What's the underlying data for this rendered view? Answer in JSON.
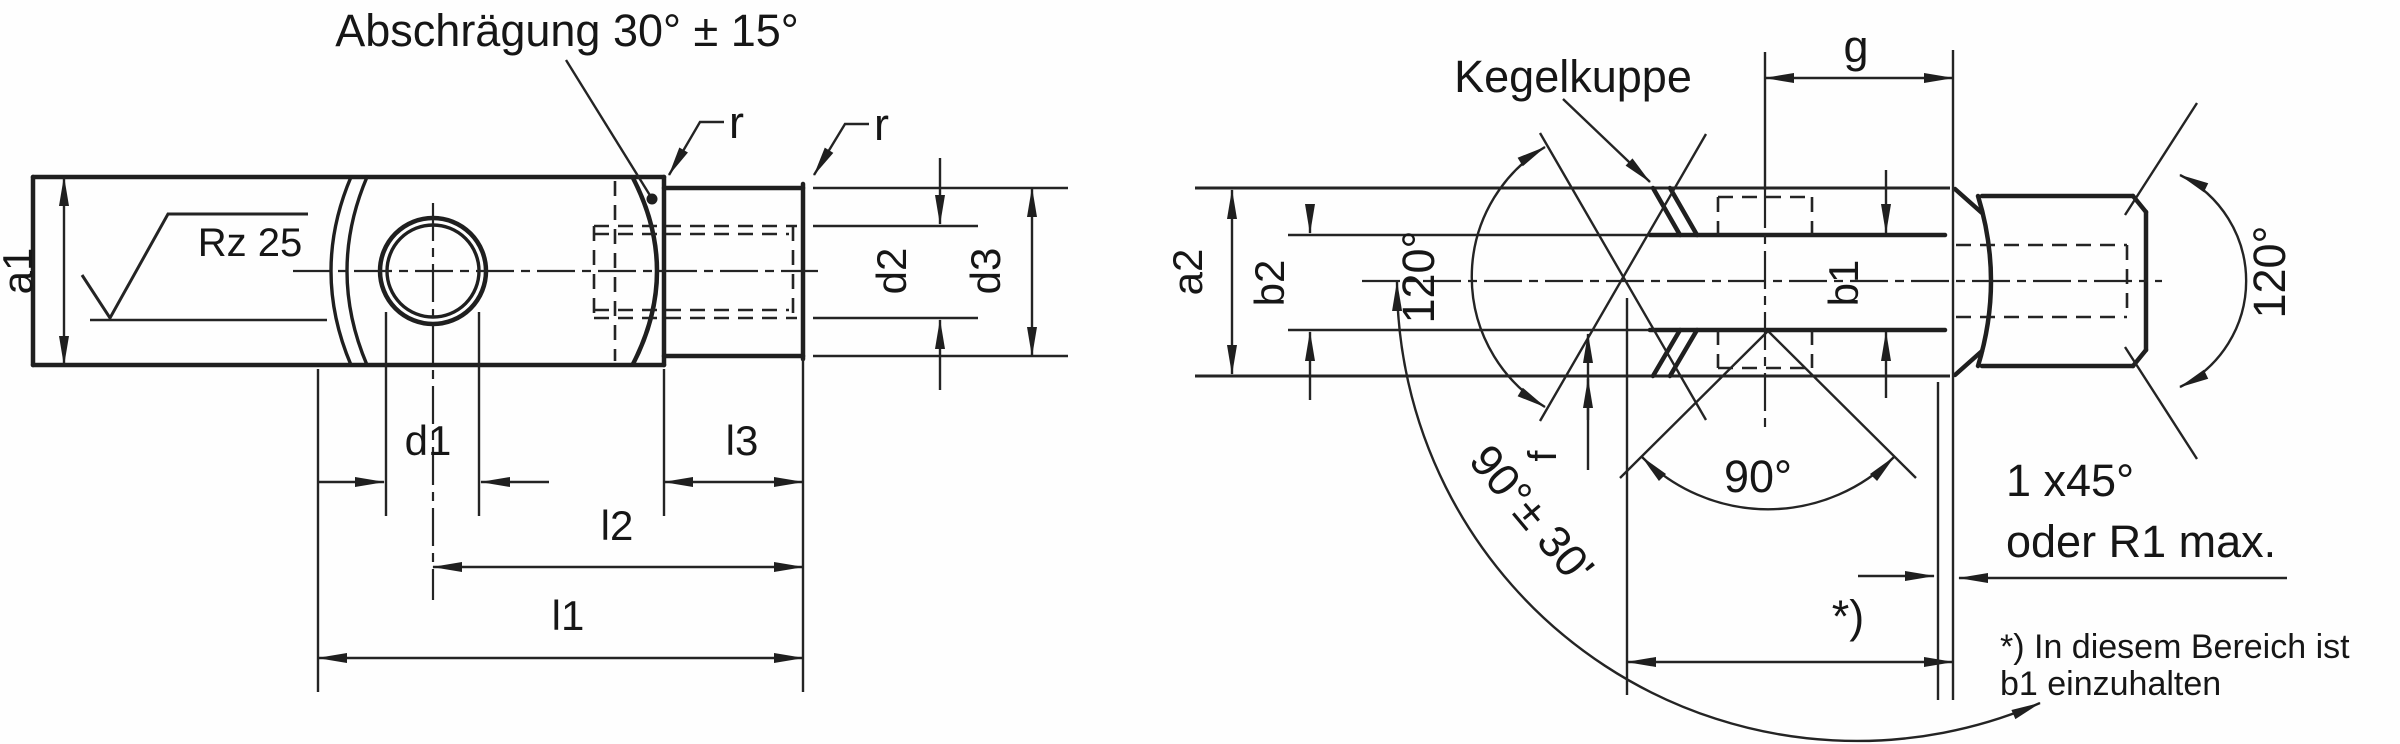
{
  "drawing": {
    "title_semantic": "Technical drawing, swaged terminal with fork hole and threaded end, two views",
    "left_view": {
      "chamfer_note": "Abschrägung 30° ± 15°",
      "surface_finish": "Rz 25",
      "radius_label_1": "r",
      "radius_label_2": "r",
      "dim_a1": "a1",
      "dim_d1": "d1",
      "dim_d2": "d2",
      "dim_d3": "d3",
      "dim_l1": "l1",
      "dim_l2": "l2",
      "dim_l3": "l3"
    },
    "right_view": {
      "cone_label": "Kegelkuppe",
      "dim_g": "g",
      "dim_a2": "a2",
      "dim_b2": "b2",
      "dim_b1": "b1",
      "dim_f": "f",
      "angle_cone_left": "120°",
      "angle_cone_right": "120°",
      "angle_point": "90°",
      "angle_tolerance": "90°± 30'",
      "chamfer_line1": "1 x45°",
      "chamfer_line2": "oder R1 max.",
      "region_marker": "*)"
    },
    "footnote": {
      "line1": "*) In diesem Bereich ist",
      "line2": "b1 einzuhalten"
    }
  }
}
